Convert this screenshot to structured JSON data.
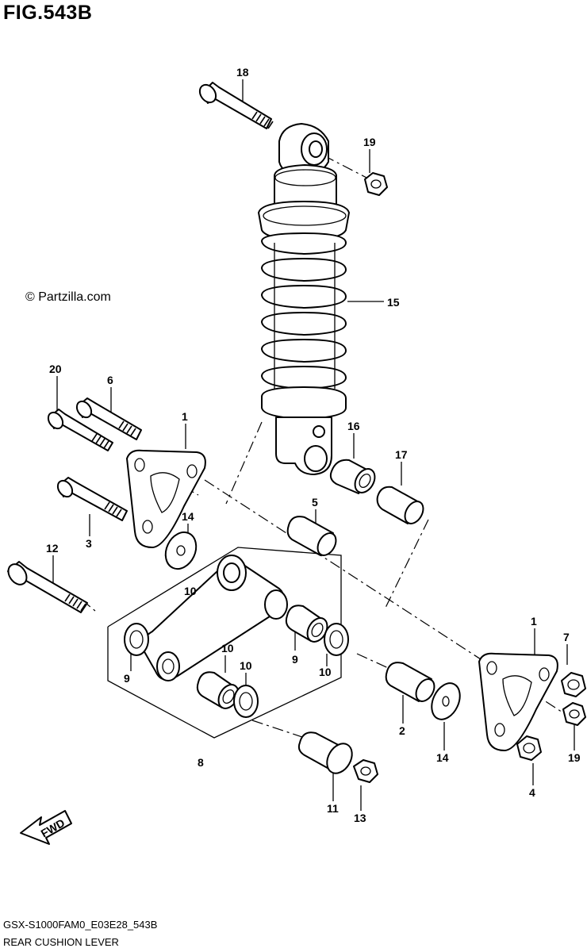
{
  "figure_title": "FIG.543B",
  "watermark": "© Partzilla.com",
  "footer": {
    "code": "GSX-S1000FAM0_E03E28_543B",
    "name": "REAR CUSHION LEVER"
  },
  "fwd_label": "FWD",
  "callouts": [
    "18",
    "19",
    "15",
    "20",
    "6",
    "1",
    "16",
    "17",
    "5",
    "14",
    "12",
    "3",
    "10",
    "9",
    "10",
    "10",
    "9",
    "10",
    "7",
    "1",
    "2",
    "14",
    "19",
    "8",
    "11",
    "13",
    "4"
  ]
}
